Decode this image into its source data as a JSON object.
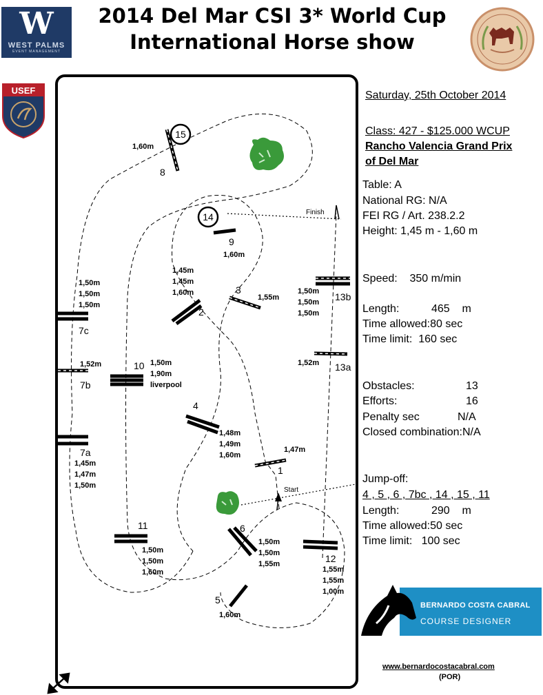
{
  "header": {
    "title_line1": "2014 Del Mar CSI 3* World Cup",
    "title_line2": "International Horse show"
  },
  "logos": {
    "west_palms_letter": "W",
    "west_palms_name": "WEST PALMS",
    "west_palms_sub": "EVENT MANAGEMENT",
    "usef": "USEF"
  },
  "info": {
    "date": "Saturday, 25th October 2014",
    "class": "Class: 427 - $125.000 WCUP",
    "class_name1": "Rancho Valencia Grand Prix",
    "class_name2": "of Del Mar",
    "table": "Table: A",
    "national_rg": "National RG: N/A",
    "fei_rg": "FEI RG / Art. 238.2.2",
    "height": "Height: 1,45 m - 1,60  m",
    "speed_label": "Speed:",
    "speed_value": "350  m/min",
    "length_label": "Length:",
    "length_value": "465",
    "length_unit": "m",
    "time_allowed_label": "Time allowed:",
    "time_allowed_value": "80  sec",
    "time_limit_label": "Time limit:",
    "time_limit_value": "160  sec",
    "obstacles_label": "Obstacles:",
    "obstacles_value": "13",
    "efforts_label": "Efforts:",
    "efforts_value": "16",
    "penalty_label": "Penalty sec",
    "penalty_value": "N/A",
    "closed_combination": "Closed combination:N/A",
    "jumpoff_label": "Jump-off:",
    "jumpoff_sequence": "4 , 5 , 6 , 7bc , 14 , 15 , 11",
    "jo_length_label": "Length:",
    "jo_length_value": "290",
    "jo_length_unit": "m",
    "jo_time_allowed_label": "Time allowed:",
    "jo_time_allowed_value": "50  sec",
    "jo_time_limit_label": "Time limit:",
    "jo_time_limit_value": "100  sec"
  },
  "course": {
    "finish": "Finish",
    "start": "Start",
    "n1": "1",
    "n2": "2",
    "n3": "3",
    "n4": "4",
    "n5": "5",
    "n6": "6",
    "n7a": "7a",
    "n7b": "7b",
    "n7c": "7c",
    "n8": "8",
    "n9": "9",
    "n10": "10",
    "n11": "11",
    "n12": "12",
    "n13a": "13a",
    "n13b": "13b",
    "n14": "14",
    "n15": "15",
    "h1": "1,47m",
    "h2": [
      "1,45m",
      "1,45m",
      "1,60m"
    ],
    "h3": "1,55m",
    "h4": [
      "1,48m",
      "1,49m",
      "1,60m"
    ],
    "h5": "1,60m",
    "h6": [
      "1,50m",
      "1,50m",
      "1,55m"
    ],
    "h7a": [
      "1,45m",
      "1,47m",
      "1,50m"
    ],
    "h7b": "1,52m",
    "h7c": [
      "1,50m",
      "1,50m",
      "1,50m"
    ],
    "h8": "1,60m",
    "h9": "1,60m",
    "h10": [
      "1,50m",
      "1,90m",
      "liverpool"
    ],
    "h11": [
      "1,50m",
      "1,50m",
      "1,60m"
    ],
    "h12": [
      "1,55m",
      "1,55m",
      "1,00m"
    ],
    "h13a": "1,52m",
    "h13b": [
      "1,50m",
      "1,50m",
      "1,50m"
    ]
  },
  "designer": {
    "name": "BERNARDO COSTA CABRAL",
    "role": "COURSE DESIGNER",
    "website": "www.bernardocostacabral.com",
    "country": "(POR)"
  }
}
